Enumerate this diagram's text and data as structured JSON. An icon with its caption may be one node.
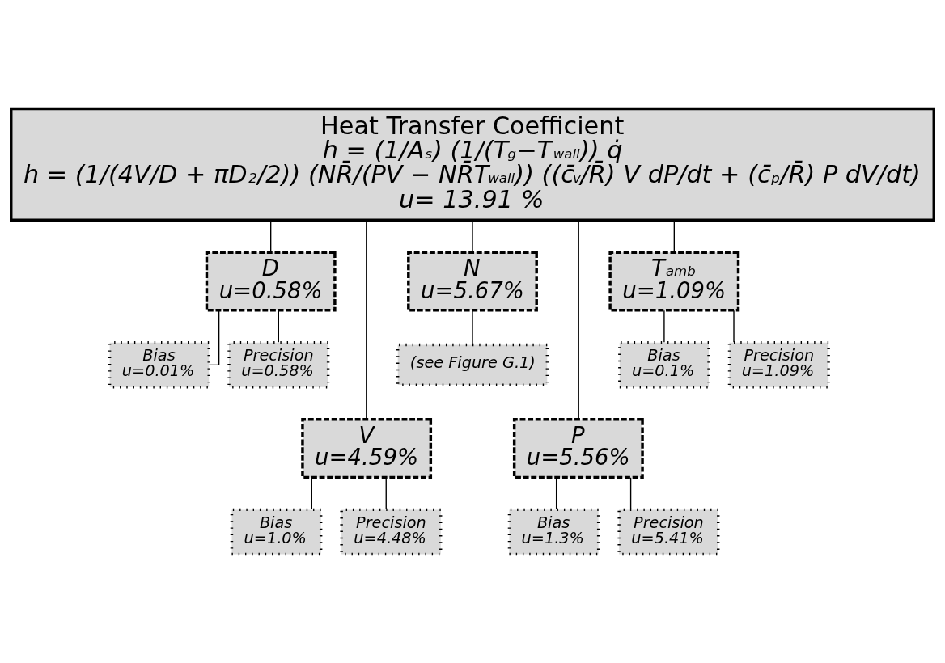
{
  "diagram": {
    "nodes": [
      {
        "text": [
          "Heat Transfer Coefficient",
          "h = (1/A$_{s}$) (1/(T$_{g}$−T$_{wall}$)) q̇",
          "h = (1/(4V/D + πD$^{2}$/2)) (NR̄/(PV − NR̄T$_{wall}$)) ((c̄$_{v}$/R̄) V dP/dt + (c̄$_{p}$/R̄) P dV/dt)",
          "u= 13.91 %"
        ]
      },
      {
        "text": [
          "D",
          "u=0.58%"
        ]
      },
      {
        "text": [
          "Bias",
          "u=0.01%"
        ]
      },
      {
        "text": [
          "Precision",
          "u=0.58%"
        ]
      },
      {
        "text": [
          "V",
          "u=4.59%"
        ]
      },
      {
        "text": [
          "Bias",
          "u=1.0%"
        ]
      },
      {
        "text": [
          "Precision",
          "u=4.48%"
        ]
      },
      {
        "text": [
          "N",
          "u=5.67%"
        ]
      },
      {
        "text": [
          "(see Figure G.1)"
        ]
      },
      {
        "text": [
          "P",
          "u=5.56%"
        ]
      },
      {
        "text": [
          "Bias",
          "u=1.3%"
        ]
      },
      {
        "text": [
          "Precision",
          "u=5.41%"
        ]
      },
      {
        "text": [
          "T$_{amb}$",
          "u=1.09%"
        ]
      },
      {
        "text": [
          "Bias",
          "u=0.1%"
        ]
      },
      {
        "text": [
          "Precision",
          "u=1.09%"
        ]
      }
    ],
    "edges": [
      {
        "from": 0,
        "to": 1,
        "arrow": "none"
      },
      {
        "from": 0,
        "to": 4,
        "arrow": "none"
      },
      {
        "from": 0,
        "to": 7,
        "arrow": "none"
      },
      {
        "from": 0,
        "to": 9,
        "arrow": "none"
      },
      {
        "from": 0,
        "to": 12,
        "arrow": "none"
      },
      {
        "from": 1,
        "to": 2,
        "arrow": "none"
      },
      {
        "from": 1,
        "to": 3,
        "arrow": "none"
      },
      {
        "from": 4,
        "to": 5,
        "arrow": "none"
      },
      {
        "from": 4,
        "to": 6,
        "arrow": "none"
      },
      {
        "from": 7,
        "to": 8,
        "arrow": "none"
      },
      {
        "from": 9,
        "to": 10,
        "arrow": "none"
      },
      {
        "from": 9,
        "to": 11,
        "arrow": "none"
      },
      {
        "from": 12,
        "to": 13,
        "arrow": "none"
      },
      {
        "from": 12,
        "to": 14,
        "arrow": "none"
      }
    ]
  }
}
